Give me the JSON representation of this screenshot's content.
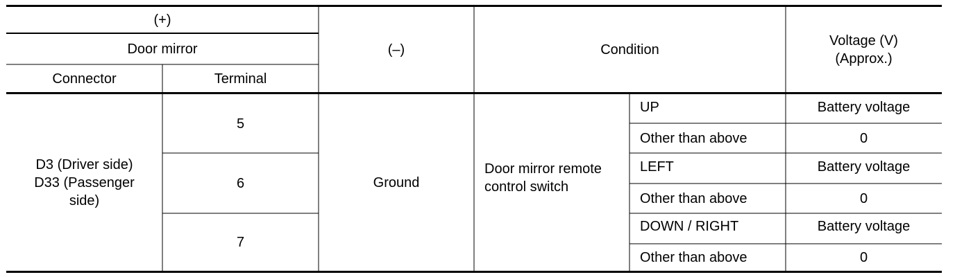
{
  "table": {
    "headers": {
      "plus": "(+)",
      "door_mirror": "Door mirror",
      "connector": "Connector",
      "terminal": "Terminal",
      "minus": "(–)",
      "condition": "Condition",
      "voltage_line1": "Voltage (V)",
      "voltage_line2": "(Approx.)"
    },
    "connector": {
      "line1": "D3 (Driver side)",
      "line2": "D33 (Passenger",
      "line3": "side)"
    },
    "ground": "Ground",
    "switch": {
      "line1": "Door mirror remote",
      "line2": "control switch"
    },
    "terminals": [
      "5",
      "6",
      "7"
    ],
    "rows": [
      {
        "condition": "UP",
        "voltage": "Battery voltage"
      },
      {
        "condition": "Other than above",
        "voltage": "0"
      },
      {
        "condition": "LEFT",
        "voltage": "Battery voltage"
      },
      {
        "condition": "Other than above",
        "voltage": "0"
      },
      {
        "condition": "DOWN / RIGHT",
        "voltage": "Battery voltage"
      },
      {
        "condition": "Other than above",
        "voltage": "0"
      }
    ]
  }
}
